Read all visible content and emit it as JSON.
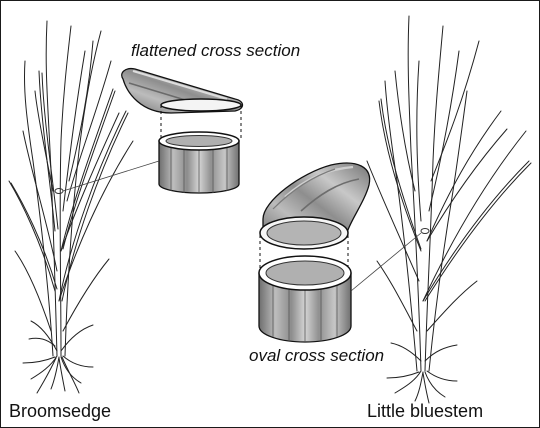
{
  "labels": {
    "flattened": "flattened cross section",
    "oval": "oval cross section",
    "plant_left": "Broomsedge",
    "plant_right": "Little bluestem"
  },
  "icons": {
    "left_plant": "broomsedge-grass-drawing",
    "right_plant": "little-bluestem-grass-drawing",
    "flat_stem": "flattened-stem-cylinder",
    "oval_stem": "oval-stem-cylinder"
  },
  "colors": {
    "stem_fill": "#9a9a9a",
    "stem_light": "#d2d2d2",
    "stem_dark": "#6a6a6a",
    "cut_face": "#b8b8b8",
    "line": "#111111"
  }
}
